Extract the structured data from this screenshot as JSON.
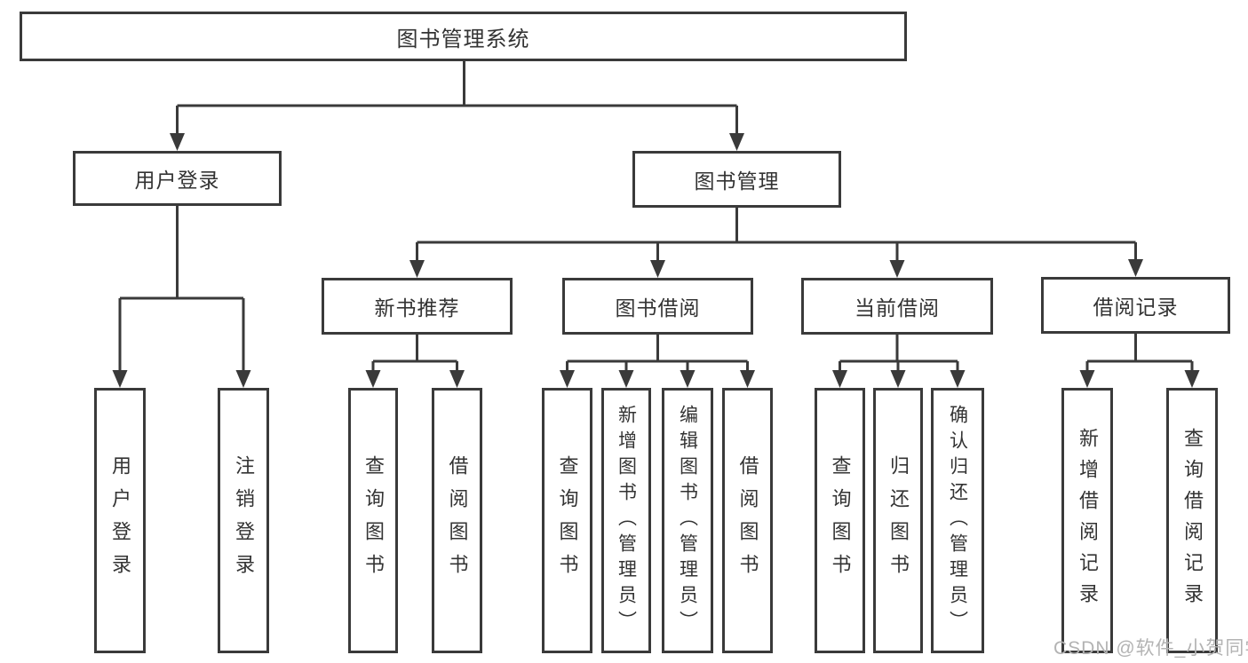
{
  "tree": {
    "root": "图书管理系统",
    "level2": [
      "用户登录",
      "图书管理"
    ],
    "level3": [
      "新书推荐",
      "图书借阅",
      "当前借阅",
      "借阅记录"
    ],
    "leaves": [
      "用户登录",
      "注销登录",
      "查询图书",
      "借阅图书",
      "查询图书",
      "新增图书（管理员）",
      "编辑图书（管理员）",
      "借阅图书",
      "查询图书",
      "归还图书",
      "确认归还（管理员）",
      "新增借阅记录",
      "查询借阅记录"
    ]
  },
  "watermark": "CSDN @软件_小贺同学",
  "colors": {
    "line": "#3a3a3a",
    "text": "#333333",
    "watermark": "#b3b3b3"
  }
}
